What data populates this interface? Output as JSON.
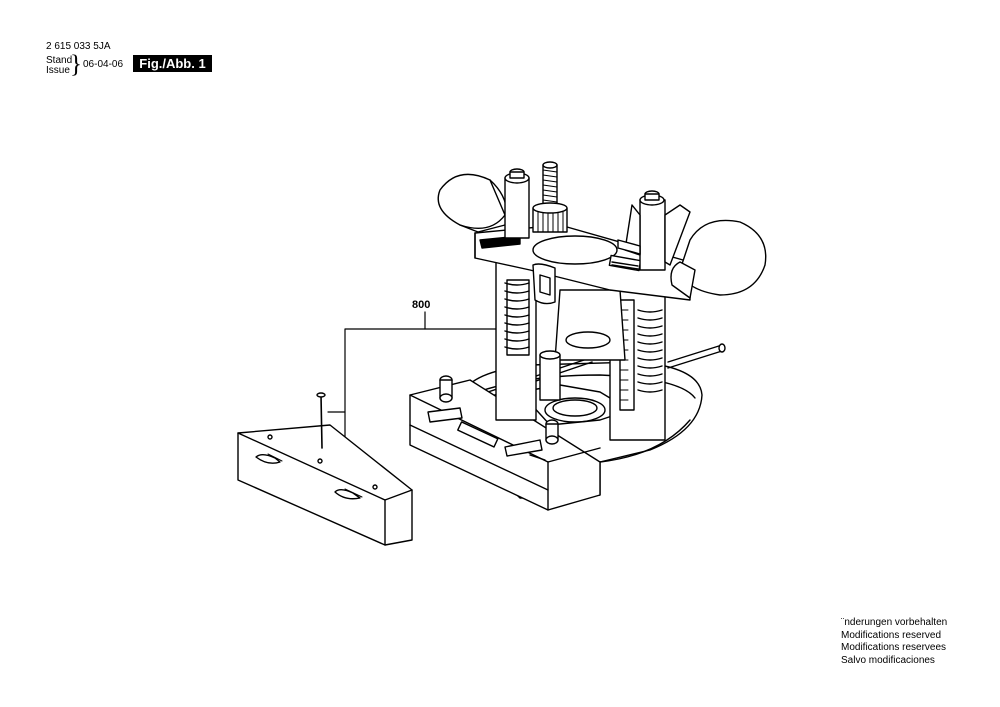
{
  "header": {
    "doc_number": "2 615 033 5JA",
    "stand_label": "Stand",
    "issue_label": "Issue",
    "brace": "}",
    "issue_date": "06-04-06",
    "figure_label": "Fig./Abb. 1"
  },
  "drawing": {
    "part_number": "800"
  },
  "notes": [
    "¨nderungen vorbehalten",
    "Modifications reserved",
    "Modifications reservees",
    "Salvo modificaciones"
  ]
}
